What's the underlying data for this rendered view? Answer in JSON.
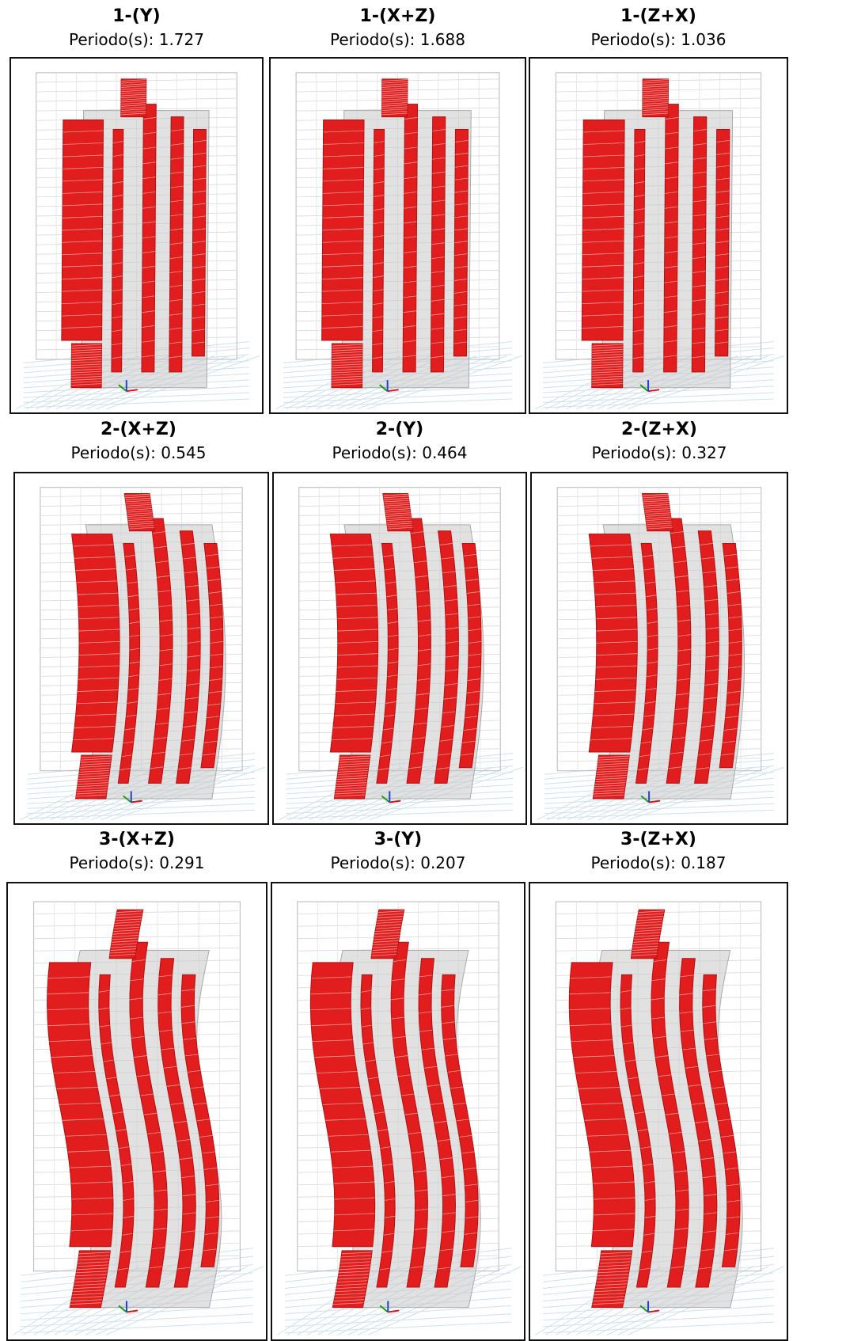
{
  "colors": {
    "wall": "#e11d1d",
    "wall_dark": "#b30f0f",
    "grid": "#b8b8b8",
    "core": "#c9c9c9",
    "axis_x": "#d11",
    "axis_y": "#1a9c1a",
    "axis_z": "#2244cc"
  },
  "modes": [
    {
      "title": "1-(Y)",
      "period": "Periodo(s): 1.727",
      "shape": "mode-1"
    },
    {
      "title": "1-(X+Z)",
      "period": "Periodo(s): 1.688",
      "shape": "mode-1"
    },
    {
      "title": "1-(Z+X)",
      "period": "Periodo(s): 1.036",
      "shape": "mode-1"
    },
    {
      "title": "2-(X+Z)",
      "period": "Periodo(s): 0.545",
      "shape": "mode-2"
    },
    {
      "title": "2-(Y)",
      "period": "Periodo(s): 0.464",
      "shape": "mode-2"
    },
    {
      "title": "2-(Z+X)",
      "period": "Periodo(s): 0.327",
      "shape": "mode-2"
    },
    {
      "title": "3-(X+Z)",
      "period": "Periodo(s): 0.291",
      "shape": "mode-3"
    },
    {
      "title": "3-(Y)",
      "period": "Periodo(s): 0.207",
      "shape": "mode-3"
    },
    {
      "title": "3-(Z+X)",
      "period": "Periodo(s): 0.187",
      "shape": "mode-3"
    }
  ]
}
